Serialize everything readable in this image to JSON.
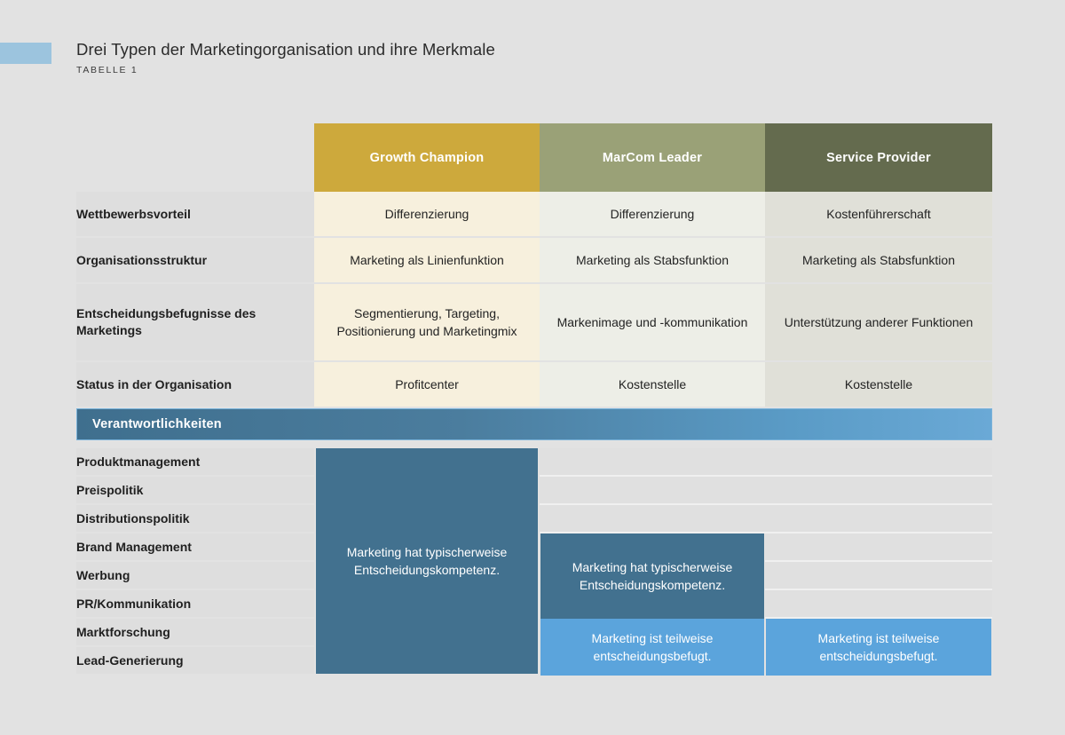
{
  "header": {
    "title": "Drei Typen der Marketingorganisation und ihre Merkmale",
    "subtitle": "TABELLE 1",
    "accent_color": "#9cc4de"
  },
  "table": {
    "columns": [
      {
        "id": "label",
        "label": "",
        "header_color": "transparent",
        "body_color": "#dedede"
      },
      {
        "id": "growth_champion",
        "label": "Growth Champion",
        "header_color": "#cda93c",
        "body_color": "#f7f0dd"
      },
      {
        "id": "marcom_leader",
        "label": "MarCom Leader",
        "header_color": "#9aa177",
        "body_color": "#edeee7"
      },
      {
        "id": "service_provider",
        "label": "Service Provider",
        "header_color": "#646b4e",
        "body_color": "#e0e0d8"
      }
    ],
    "rows": [
      {
        "label": "Wettbewerbsvorteil",
        "growth_champion": "Differenzierung",
        "marcom_leader": "Differenzierung",
        "service_provider": "Kostenführerschaft"
      },
      {
        "label": "Organisationsstruktur",
        "growth_champion": "Marketing als Linienfunktion",
        "marcom_leader": "Marketing als Stabsfunktion",
        "service_provider": "Marketing als Stabsfunktion"
      },
      {
        "label": "Entscheidungsbefugnisse des Marketings",
        "growth_champion": "Segmentierung, Targeting, Positionierung und Marketingmix",
        "marcom_leader": "Markenimage und -kommunikation",
        "service_provider": "Unterstützung anderer Funktionen"
      },
      {
        "label": "Status in der Organisation",
        "growth_champion": "Profitcenter",
        "marcom_leader": "Kostenstelle",
        "service_provider": "Kostenstelle"
      }
    ],
    "section_band": {
      "label": "Verantwortlichkeiten",
      "color_start": "#3f6f8e",
      "color_end": "#6aa9d6"
    },
    "responsibility_rows": [
      {
        "label": "Produktmanagement"
      },
      {
        "label": "Preispolitik"
      },
      {
        "label": "Distributionspolitik"
      },
      {
        "label": "Brand Management"
      },
      {
        "label": "Werbung"
      },
      {
        "label": "PR/Kommunikation"
      },
      {
        "label": "Marktforschung"
      },
      {
        "label": "Lead-Generierung"
      }
    ],
    "responsibility_blocks": {
      "full_authority_text": "Marketing hat typischerweise Entscheidungskompetenz.",
      "partial_authority_text": "Marketing ist teilweise entscheidungsbefugt.",
      "full_authority_color": "#42718f",
      "partial_authority_color": "#5ba4dc"
    }
  }
}
